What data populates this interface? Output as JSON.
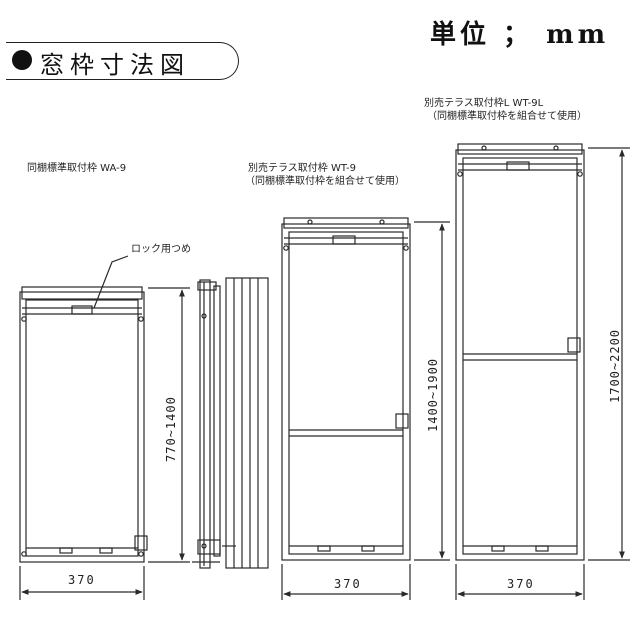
{
  "header": {
    "title": "窓枠寸法図",
    "unit": "単位 ； mm"
  },
  "frames": [
    {
      "id": "wa9",
      "name": "同棚標準取付枠 WA-9",
      "width_dim": "370",
      "height_dim": "770~1400",
      "callout": "ロック用つめ"
    },
    {
      "id": "wt9",
      "name": "別売テラス取付枠 WT-9",
      "note": "（同棚標準取付枠を組合せて使用）",
      "width_dim": "370",
      "height_dim": "1400~1900"
    },
    {
      "id": "wt9l",
      "name": "別売テラス取付枠L WT-9L",
      "note": "（同棚標準取付枠を組合せて使用）",
      "width_dim": "370",
      "height_dim": "1700~2200"
    }
  ],
  "colors": {
    "line": "#2a2a2a",
    "background": "#ffffff"
  }
}
